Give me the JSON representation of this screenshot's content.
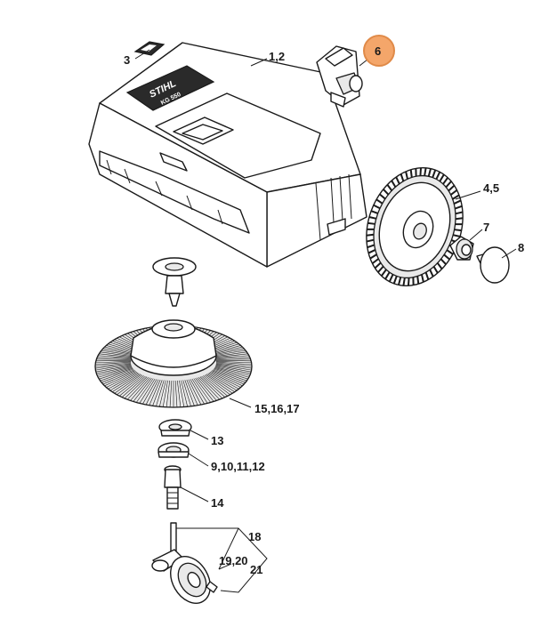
{
  "diagram": {
    "highlight_color": "#f4a66a",
    "highlight_stroke": "#e08a48",
    "brand_text": "STIHL",
    "model_text": "KG 550",
    "callouts": [
      {
        "id": "c3",
        "label": "3",
        "highlighted": false
      },
      {
        "id": "c12",
        "label": "1,2",
        "highlighted": false
      },
      {
        "id": "c6",
        "label": "6",
        "highlighted": true
      },
      {
        "id": "c45",
        "label": "4,5",
        "highlighted": false
      },
      {
        "id": "c7",
        "label": "7",
        "highlighted": false
      },
      {
        "id": "c8",
        "label": "8",
        "highlighted": false
      },
      {
        "id": "c151617",
        "label": "15,16,17",
        "highlighted": false
      },
      {
        "id": "c13",
        "label": "13",
        "highlighted": false
      },
      {
        "id": "c9101112",
        "label": "9,10,11,12",
        "highlighted": false
      },
      {
        "id": "c14",
        "label": "14",
        "highlighted": false
      },
      {
        "id": "c18",
        "label": "18",
        "highlighted": false
      },
      {
        "id": "c1920",
        "label": "19,20",
        "highlighted": false
      },
      {
        "id": "c21",
        "label": "21",
        "highlighted": false
      }
    ]
  }
}
